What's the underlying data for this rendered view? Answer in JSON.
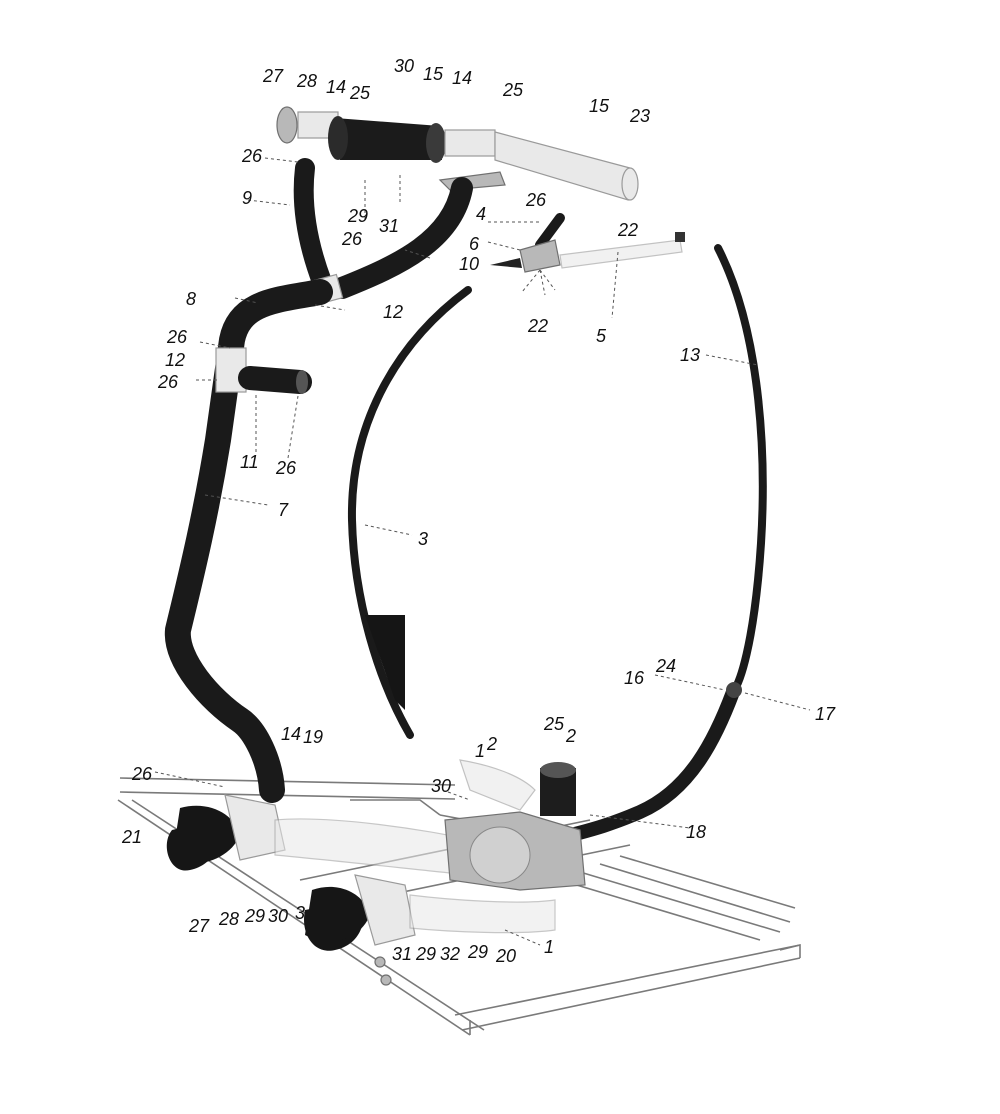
{
  "callouts": [
    {
      "id": "c27a",
      "text": "27"
    },
    {
      "id": "c28a",
      "text": "28"
    },
    {
      "id": "c14a",
      "text": "14"
    },
    {
      "id": "c25a",
      "text": "25"
    },
    {
      "id": "c30a",
      "text": "30"
    },
    {
      "id": "c15a",
      "text": "15"
    },
    {
      "id": "c14b",
      "text": "14"
    },
    {
      "id": "c25b",
      "text": "25"
    },
    {
      "id": "c15b",
      "text": "15"
    },
    {
      "id": "c23",
      "text": "23"
    },
    {
      "id": "c26a",
      "text": "26"
    },
    {
      "id": "c9",
      "text": "9"
    },
    {
      "id": "c26b",
      "text": "26"
    },
    {
      "id": "c29a",
      "text": "29"
    },
    {
      "id": "c31a",
      "text": "31"
    },
    {
      "id": "c26c",
      "text": "26"
    },
    {
      "id": "c4",
      "text": "4"
    },
    {
      "id": "c22a",
      "text": "22"
    },
    {
      "id": "c6",
      "text": "6"
    },
    {
      "id": "c10",
      "text": "10"
    },
    {
      "id": "c8",
      "text": "8"
    },
    {
      "id": "c12a",
      "text": "12"
    },
    {
      "id": "c22b",
      "text": "22"
    },
    {
      "id": "c5",
      "text": "5"
    },
    {
      "id": "c26d",
      "text": "26"
    },
    {
      "id": "c12b",
      "text": "12"
    },
    {
      "id": "c26e",
      "text": "26"
    },
    {
      "id": "c13",
      "text": "13"
    },
    {
      "id": "c11",
      "text": "11"
    },
    {
      "id": "c26f",
      "text": "26"
    },
    {
      "id": "c7",
      "text": "7"
    },
    {
      "id": "c3",
      "text": "3"
    },
    {
      "id": "c24",
      "text": "24"
    },
    {
      "id": "c16",
      "text": "16"
    },
    {
      "id": "c17",
      "text": "17"
    },
    {
      "id": "c25c",
      "text": "25"
    },
    {
      "id": "c2a",
      "text": "2"
    },
    {
      "id": "c14c",
      "text": "14"
    },
    {
      "id": "c19",
      "text": "19"
    },
    {
      "id": "c1a",
      "text": "1"
    },
    {
      "id": "c2b",
      "text": "2"
    },
    {
      "id": "c26g",
      "text": "26"
    },
    {
      "id": "c30b",
      "text": "30"
    },
    {
      "id": "c18",
      "text": "18"
    },
    {
      "id": "c21",
      "text": "21"
    },
    {
      "id": "c27b",
      "text": "27"
    },
    {
      "id": "c28b",
      "text": "28"
    },
    {
      "id": "c29b",
      "text": "29"
    },
    {
      "id": "c30c",
      "text": "30"
    },
    {
      "id": "c3b",
      "text": "3"
    },
    {
      "id": "c31b",
      "text": "31"
    },
    {
      "id": "c29c",
      "text": "29"
    },
    {
      "id": "c32",
      "text": "32"
    },
    {
      "id": "c29d",
      "text": "29"
    },
    {
      "id": "c20",
      "text": "20"
    },
    {
      "id": "c1b",
      "text": "1"
    }
  ]
}
